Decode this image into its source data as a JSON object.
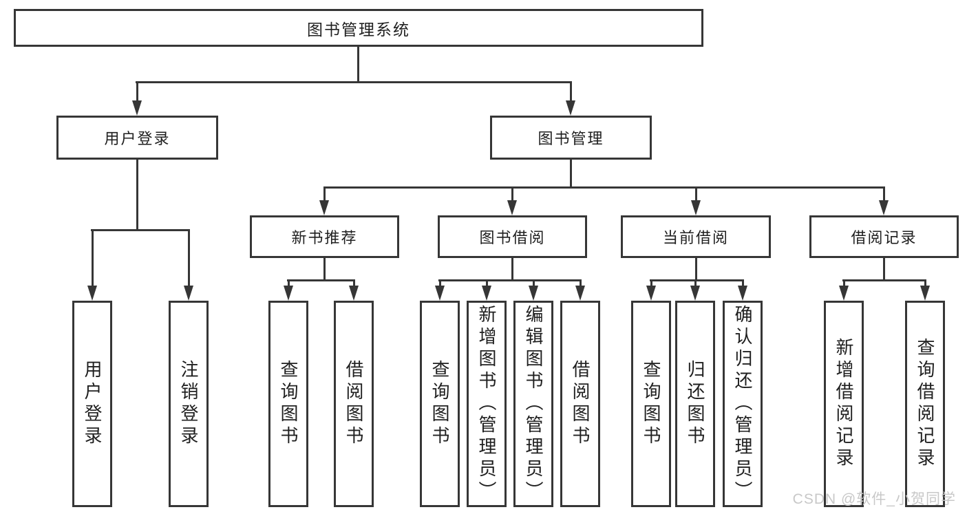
{
  "diagram": {
    "type": "tree",
    "title": "图书管理系统",
    "branches": [
      {
        "label": "用户登录",
        "children": [
          {
            "label": "用户登录"
          },
          {
            "label": "注销登录"
          }
        ]
      },
      {
        "label": "图书管理",
        "sections": [
          {
            "label": "新书推荐",
            "children": [
              {
                "label": "查询图书"
              },
              {
                "label": "借阅图书"
              }
            ]
          },
          {
            "label": "图书借阅",
            "children": [
              {
                "label": "查询图书"
              },
              {
                "label": "新增图书（管理员）"
              },
              {
                "label": "编辑图书（管理员）"
              },
              {
                "label": "借阅图书"
              }
            ]
          },
          {
            "label": "当前借阅",
            "children": [
              {
                "label": "查询图书"
              },
              {
                "label": "归还图书"
              },
              {
                "label": "确认归还（管理员）"
              }
            ]
          },
          {
            "label": "借阅记录",
            "children": [
              {
                "label": "新增借阅记录"
              },
              {
                "label": "查询借阅记录"
              }
            ]
          }
        ]
      }
    ]
  },
  "watermark": {
    "text": "CSDN @软件_小贺同学"
  },
  "colors": {
    "line": "#363636",
    "text": "#1f1f1f",
    "watermark": "#c8c8c8",
    "background": "#ffffff"
  }
}
